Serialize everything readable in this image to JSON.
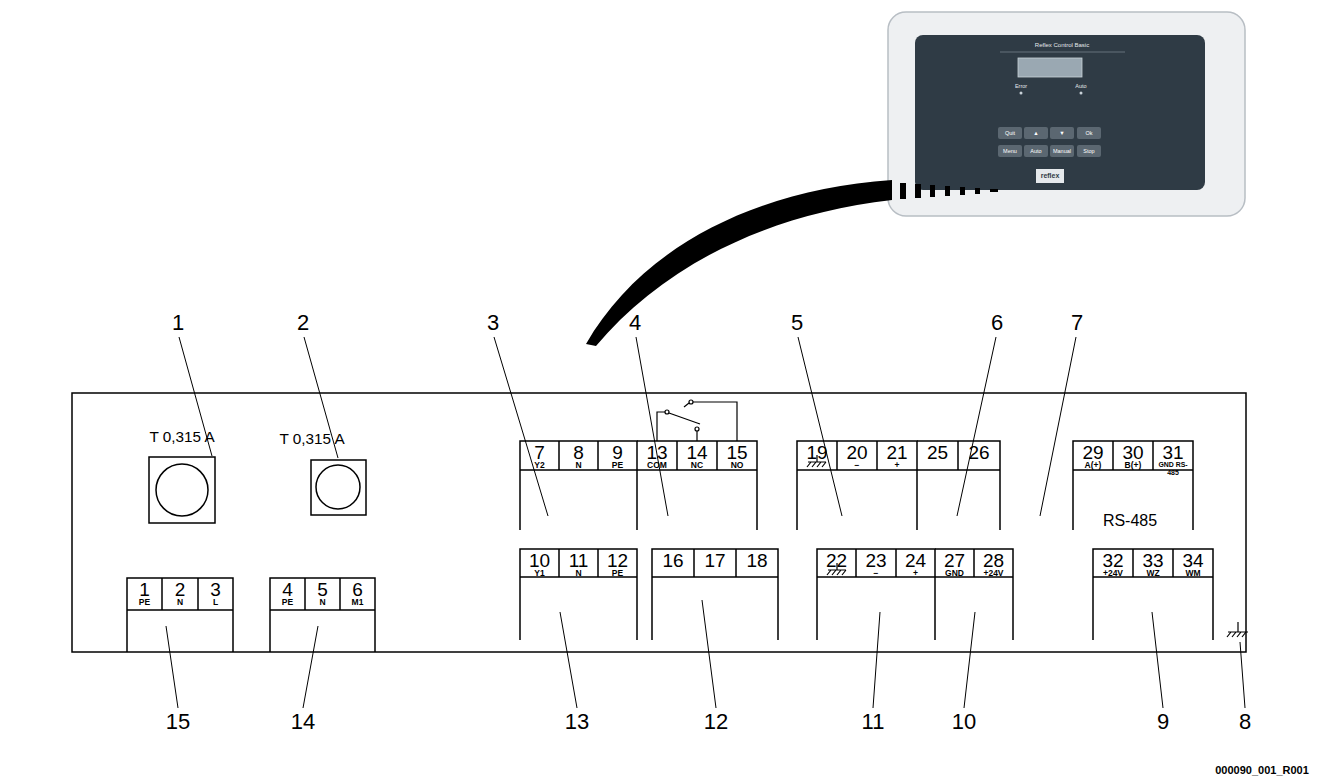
{
  "diagram": {
    "nodes": [
      {
        "text": [
          "T 0,315 A"
        ]
      },
      {
        "text": [
          "T 0,315 A"
        ]
      },
      {
        "text": [
          "1",
          "PE"
        ]
      },
      {
        "text": [
          "2",
          "N"
        ]
      },
      {
        "text": [
          "3",
          "L"
        ]
      },
      {
        "text": [
          "4",
          "PE"
        ]
      },
      {
        "text": [
          "5",
          "N"
        ]
      },
      {
        "text": [
          "6",
          "M1"
        ]
      },
      {
        "text": [
          "7",
          "Y2"
        ]
      },
      {
        "text": [
          "8",
          "N"
        ]
      },
      {
        "text": [
          "9",
          "PE"
        ]
      },
      {
        "text": [
          "10",
          "Y1"
        ]
      },
      {
        "text": [
          "11",
          "N"
        ]
      },
      {
        "text": [
          "12",
          "PE"
        ]
      },
      {
        "text": [
          "13",
          "COM"
        ]
      },
      {
        "text": [
          "14",
          "NC"
        ]
      },
      {
        "text": [
          "15",
          "NO"
        ]
      },
      {
        "text": [
          "16"
        ]
      },
      {
        "text": [
          "17"
        ]
      },
      {
        "text": [
          "18"
        ]
      },
      {
        "text": [
          "19"
        ]
      },
      {
        "text": [
          "20",
          "−"
        ]
      },
      {
        "text": [
          "21",
          "+"
        ]
      },
      {
        "text": [
          "22"
        ]
      },
      {
        "text": [
          "23",
          "−"
        ]
      },
      {
        "text": [
          "24",
          "+"
        ]
      },
      {
        "text": [
          "25"
        ]
      },
      {
        "text": [
          "26"
        ]
      },
      {
        "text": [
          "27",
          "GND"
        ]
      },
      {
        "text": [
          "28",
          "+24V"
        ]
      },
      {
        "text": [
          "29",
          "A(+)"
        ]
      },
      {
        "text": [
          "30",
          "B(+)"
        ]
      },
      {
        "text": [
          "31",
          "GND RS-485"
        ]
      },
      {
        "text": [
          "32",
          "+24V"
        ]
      },
      {
        "text": [
          "33",
          "WZ"
        ]
      },
      {
        "text": [
          "34",
          "WM"
        ]
      }
    ],
    "labels": [
      "Reflex Control Basic",
      "Error",
      "Auto",
      "Quit",
      "▲",
      "▼",
      "Ok",
      "Menu",
      "Auto",
      "Manual",
      "Stop",
      "reflex",
      "1",
      "2",
      "3",
      "4",
      "5",
      "6",
      "7",
      "RS-485",
      "15",
      "14",
      "13",
      "12",
      "11",
      "10",
      "9",
      "8",
      "000090_001_R001"
    ]
  }
}
